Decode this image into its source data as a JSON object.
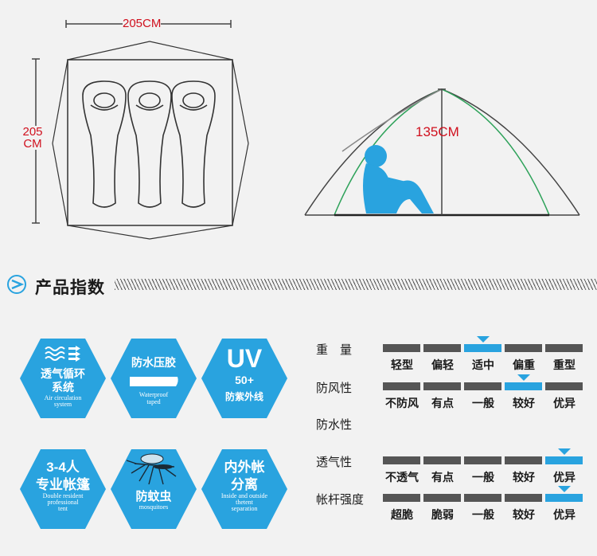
{
  "dimensions": {
    "width": "205CM",
    "length_line1": "205",
    "length_line2": "CM",
    "height": "135CM"
  },
  "section": {
    "title": "产品指数"
  },
  "features": [
    {
      "line1": "透气循环",
      "line2": "系统",
      "en1": "Air circulation",
      "en2": "system",
      "icon": "air-flow-icon"
    },
    {
      "line1": "防水压胶",
      "line2": "",
      "en1": "Waterproof",
      "en2": "taped",
      "icon": "tape-strip-icon"
    },
    {
      "line1": "UV",
      "line2": "50+",
      "line3": "防紫外线",
      "icon": "uv-icon"
    },
    {
      "line1": "3-4人",
      "line2": "专业帐篷",
      "en1": "Double resident",
      "en2": "professional",
      "en3": "tent"
    },
    {
      "line1": "防蚊虫",
      "en1": "mosquitoes",
      "icon": "mosquito-icon"
    },
    {
      "line1": "内外帐",
      "line2": "分离",
      "en1": "Inside and outside",
      "en2": "thetent",
      "en3": "separation"
    }
  ],
  "properties": [
    {
      "label": "重　量",
      "options": [
        "轻型",
        "偏轻",
        "适中",
        "偏重",
        "重型"
      ],
      "selected": 2,
      "show_options": true
    },
    {
      "label": "防风性",
      "options": [
        "不防风",
        "有点",
        "一般",
        "较好",
        "优异"
      ],
      "selected": 3,
      "show_options": true
    },
    {
      "label": "防水性",
      "options": [],
      "selected": null,
      "show_options": false
    },
    {
      "label": "透气性",
      "options": [
        "不透气",
        "有点",
        "一般",
        "较好",
        "优异"
      ],
      "selected": 4,
      "show_options": true
    },
    {
      "label": "帐杆强度",
      "options": [
        "超脆",
        "脆弱",
        "一般",
        "较好",
        "优异"
      ],
      "selected": 4,
      "show_options": true
    }
  ],
  "colors": {
    "accent": "#29a3df",
    "dimension_text": "#d0101e",
    "bar_dark": "#555555",
    "background": "#f2f2f2"
  }
}
